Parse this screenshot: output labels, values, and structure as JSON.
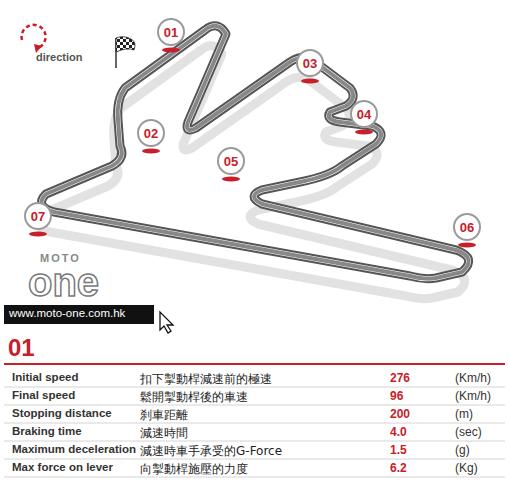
{
  "diagram": {
    "title": "01",
    "nodes": [
      {
        "text": [
          "01"
        ]
      },
      {
        "text": [
          "02"
        ]
      },
      {
        "text": [
          "03"
        ]
      },
      {
        "text": [
          "04"
        ]
      },
      {
        "text": [
          "05"
        ]
      },
      {
        "text": [
          "06"
        ]
      },
      {
        "text": [
          "07"
        ]
      }
    ],
    "labels": [
      "direction",
      "MOTO",
      "one",
      "www.moto-one.com.hk",
      "Initial speed",
      "扣下掣動桿減速前的極速",
      "276",
      "(Km/h)",
      "Final speed",
      "鬆開掣動桿後的車速",
      "96",
      "(Km/h)",
      "Stopping distance",
      "刹車距離",
      "200",
      "(m)",
      "Braking time",
      "減速時間",
      "4.0",
      "(sec)",
      "Maximum deceleration",
      "減速時車手承受的G-Force",
      "1.5",
      "(g)",
      "Max force on lever",
      "向掣動桿施壓的力度",
      "6.2",
      "(Kg)"
    ]
  }
}
